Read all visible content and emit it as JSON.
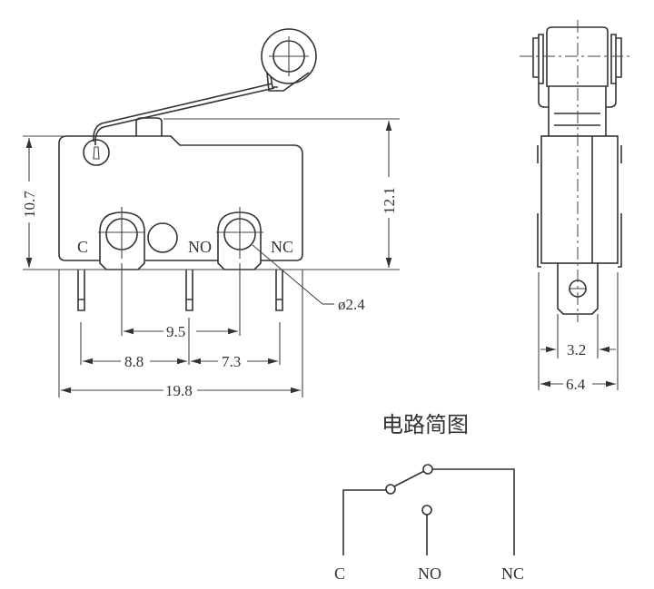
{
  "front_view": {
    "terminal_labels": {
      "c": "C",
      "no": "NO",
      "nc": "NC"
    },
    "dimensions": {
      "height_body": "10.7",
      "height_total": "12.1",
      "hole_diameter": "ø2.4",
      "hole_spacing": "9.5",
      "c_to_no": "8.8",
      "no_to_nc": "7.3",
      "width": "19.8"
    }
  },
  "side_view": {
    "dimensions": {
      "tab_width": "3.2",
      "body_width": "6.4"
    }
  },
  "circuit": {
    "title": "电路简图",
    "labels": {
      "c": "C",
      "no": "NO",
      "nc": "NC"
    }
  }
}
